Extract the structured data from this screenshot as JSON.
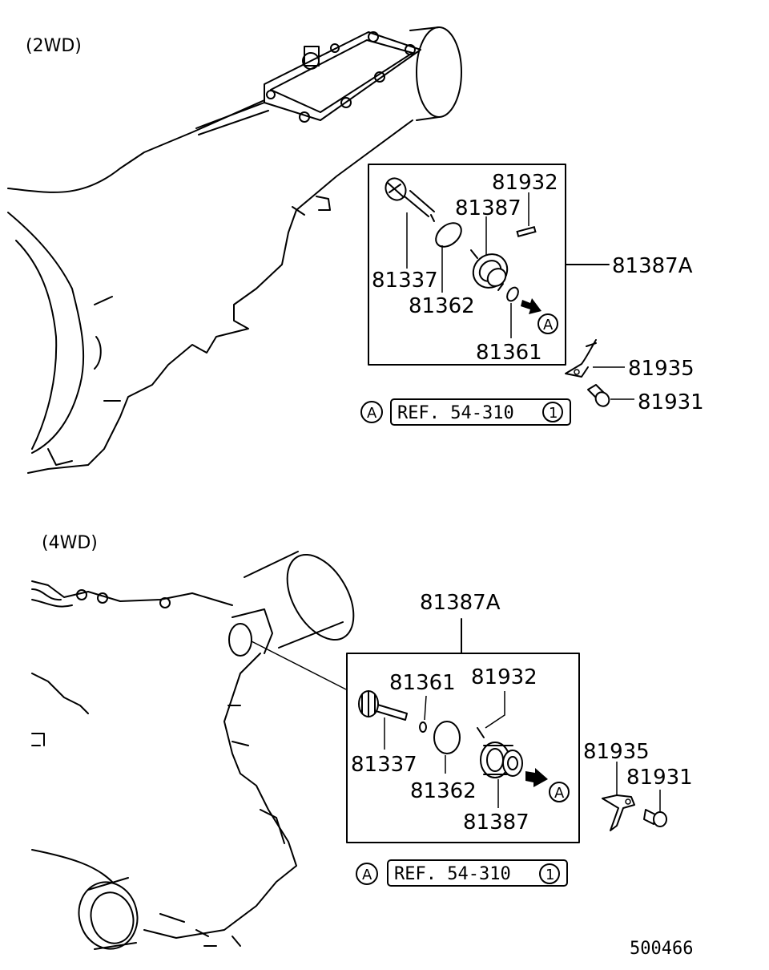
{
  "sections": [
    {
      "label": "(2WD)",
      "assembly": "81387A",
      "parts": [
        "81932",
        "81387",
        "81337",
        "81362",
        "81361",
        "81935",
        "81931"
      ],
      "circle": "A",
      "ref": {
        "circle": "A",
        "text": "REF. 54-310",
        "num": "1"
      }
    },
    {
      "label": "(4WD)",
      "assembly": "81387A",
      "parts": [
        "81361",
        "81932",
        "81337",
        "81362",
        "81387",
        "81935",
        "81931"
      ],
      "circle": "A",
      "ref": {
        "circle": "A",
        "text": "REF. 54-310",
        "num": "1"
      }
    }
  ],
  "diagram_id": "500466"
}
